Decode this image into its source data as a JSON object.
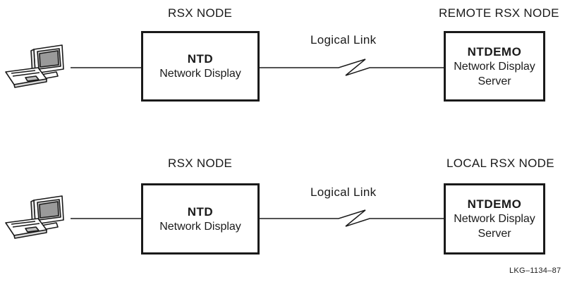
{
  "panels": [
    {
      "node_label": "RSX NODE",
      "link_label": "Logical Link",
      "client_box": {
        "title": "NTD",
        "line1": "Network Display"
      },
      "server_label": "REMOTE RSX NODE",
      "server_box": {
        "title": "NTDEMO",
        "line1": "Network Display",
        "line2": "Server"
      }
    },
    {
      "node_label": "RSX NODE",
      "link_label": "Logical Link",
      "client_box": {
        "title": "NTD",
        "line1": "Network Display"
      },
      "server_label": "LOCAL RSX NODE",
      "server_box": {
        "title": "NTDEMO",
        "line1": "Network Display",
        "line2": "Server"
      }
    }
  ],
  "figure_id": "LKG–1134–87",
  "icons": {
    "terminal": "terminal-icon"
  }
}
